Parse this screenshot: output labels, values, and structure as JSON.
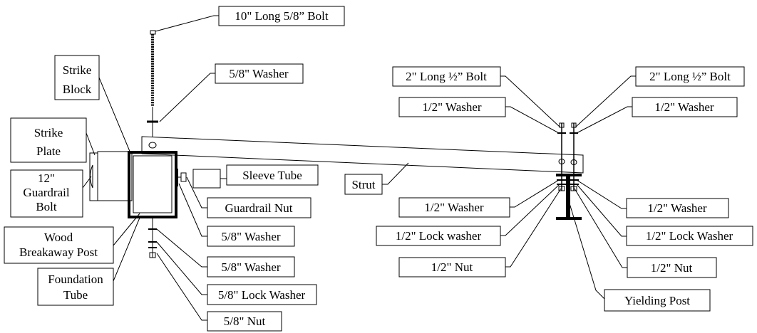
{
  "labels": {
    "bolt_10_long": "10\" Long 5/8” Bolt",
    "washer_58_top": "5/8\" Washer",
    "strike_block": [
      "Strike",
      "Block"
    ],
    "strike_plate": [
      "Strike",
      "Plate"
    ],
    "guardrail_bolt": [
      "12\"",
      "Guardrail",
      "Bolt"
    ],
    "wood_breakaway_post": [
      "Wood",
      "Breakaway Post"
    ],
    "foundation_tube": [
      "Foundation",
      "Tube"
    ],
    "sleeve_tube": "Sleeve Tube",
    "guardrail_nut": "Guardrail Nut",
    "washer_58_a": "5/8\" Washer",
    "washer_58_b": "5/8\" Washer",
    "lock_washer_58": "5/8\" Lock Washer",
    "nut_58": "5/8\" Nut",
    "strut": "Strut",
    "bolt_2_left": "2\" Long ½” Bolt",
    "bolt_2_right": "2\" Long ½” Bolt",
    "washer_12_top_left": "1/2\" Washer",
    "washer_12_top_right": "1/2\" Washer",
    "washer_12_bottom_left": "1/2\" Washer",
    "washer_12_bottom_right": "1/2\" Washer",
    "lock_washer_12_left": "1/2\" Lock washer",
    "lock_washer_12_right": "1/2\" Lock Washer",
    "nut_12_left": "1/2\" Nut",
    "nut_12_right": "1/2\" Nut",
    "yielding_post": "Yielding Post"
  }
}
